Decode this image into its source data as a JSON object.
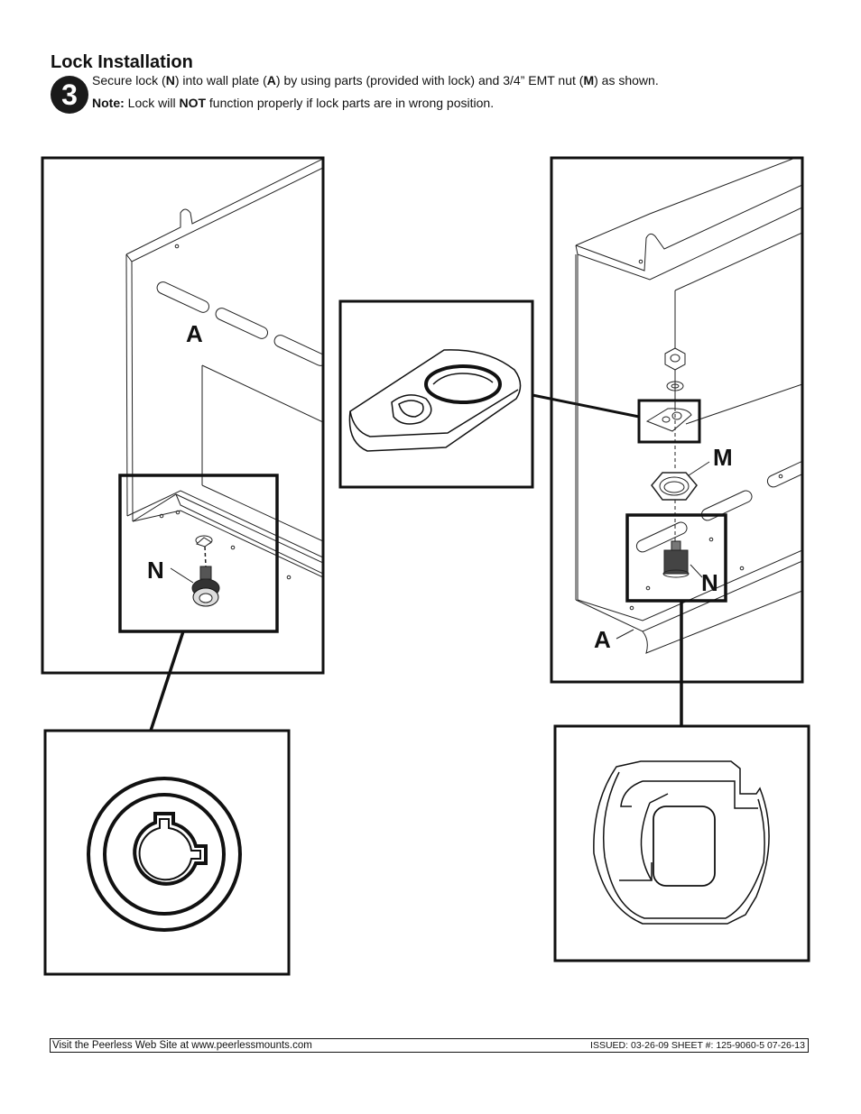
{
  "heading": "Lock Installation",
  "step_number": "3",
  "instruction": {
    "t1": "Secure lock (",
    "n": "N",
    "t2": ") into wall plate (",
    "a": "A",
    "t3": ") by using parts (provided with lock) and 3/4” EMT nut (",
    "m": "M",
    "t4": ") as shown."
  },
  "note": {
    "label": "Note:",
    "t1": " Lock will ",
    "not": "NOT",
    "t2": " function properly if lock parts are in wrong position."
  },
  "callouts": {
    "a_left": "A",
    "n_left": "N",
    "m_right": "M",
    "n_right": "N",
    "a_right": "A"
  },
  "footer": {
    "website": "Visit the Peerless Web Site at www.peerlessmounts.com",
    "issued": "ISSUED: 03-26-09  SHEET #: 125-9060-5   07-26-13"
  }
}
